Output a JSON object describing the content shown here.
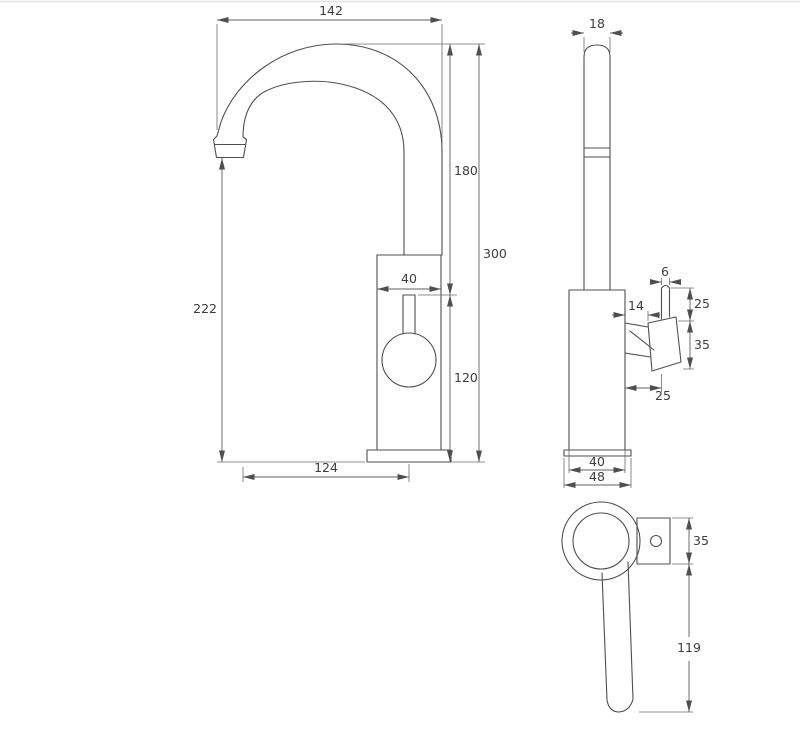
{
  "page": {
    "background": "#ffffff",
    "top_border_color": "#e2e2e2"
  },
  "drawing": {
    "type": "technical-drawing",
    "subject": "kitchen faucet dimensional drawing, three views",
    "line_color": "#4f4f4f",
    "text_color": "#3d3d3d"
  },
  "dims": {
    "front": {
      "spout_reach": "142",
      "spout_drop": "180",
      "total_height": "300",
      "outlet_height": "222",
      "body_width": "40",
      "mount_height": "120",
      "outlet_offset": "124"
    },
    "side": {
      "spout_diameter": "18",
      "lever_rod": "6",
      "lever_upper": "25",
      "mount_depth": "14",
      "lever_block": "35",
      "lever_offset": "25",
      "body_diameter": "40",
      "base_diameter": "48"
    },
    "top": {
      "mount_block": "35",
      "lever_length": "119"
    }
  }
}
